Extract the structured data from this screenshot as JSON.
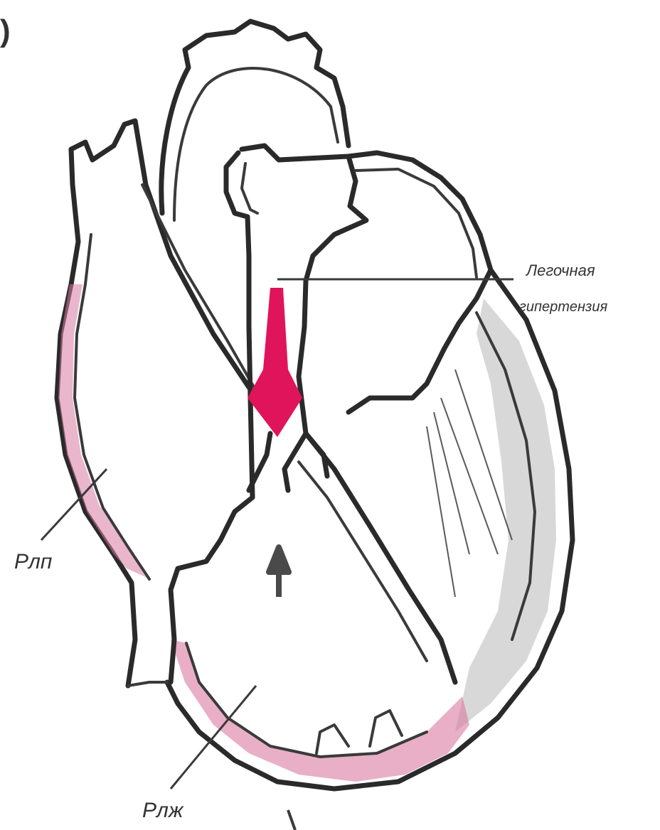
{
  "figure": {
    "panel_marker": ")",
    "labels": {
      "pulmonary_hypertension_line1": "Легочная",
      "pulmonary_hypertension_line2": "гипертензия",
      "p_atrium": "Pлп",
      "p_ventricle": "Pлж"
    },
    "colors": {
      "arrow": "#e0145a",
      "hypertrophy": "#d97aa0",
      "septum_shade": "#c8c8c8",
      "outline": "#2a2a2a"
    },
    "icons": {
      "down_arrow": "flow-arrow-down-icon",
      "up_arrow": "flow-arrow-up-icon"
    }
  }
}
